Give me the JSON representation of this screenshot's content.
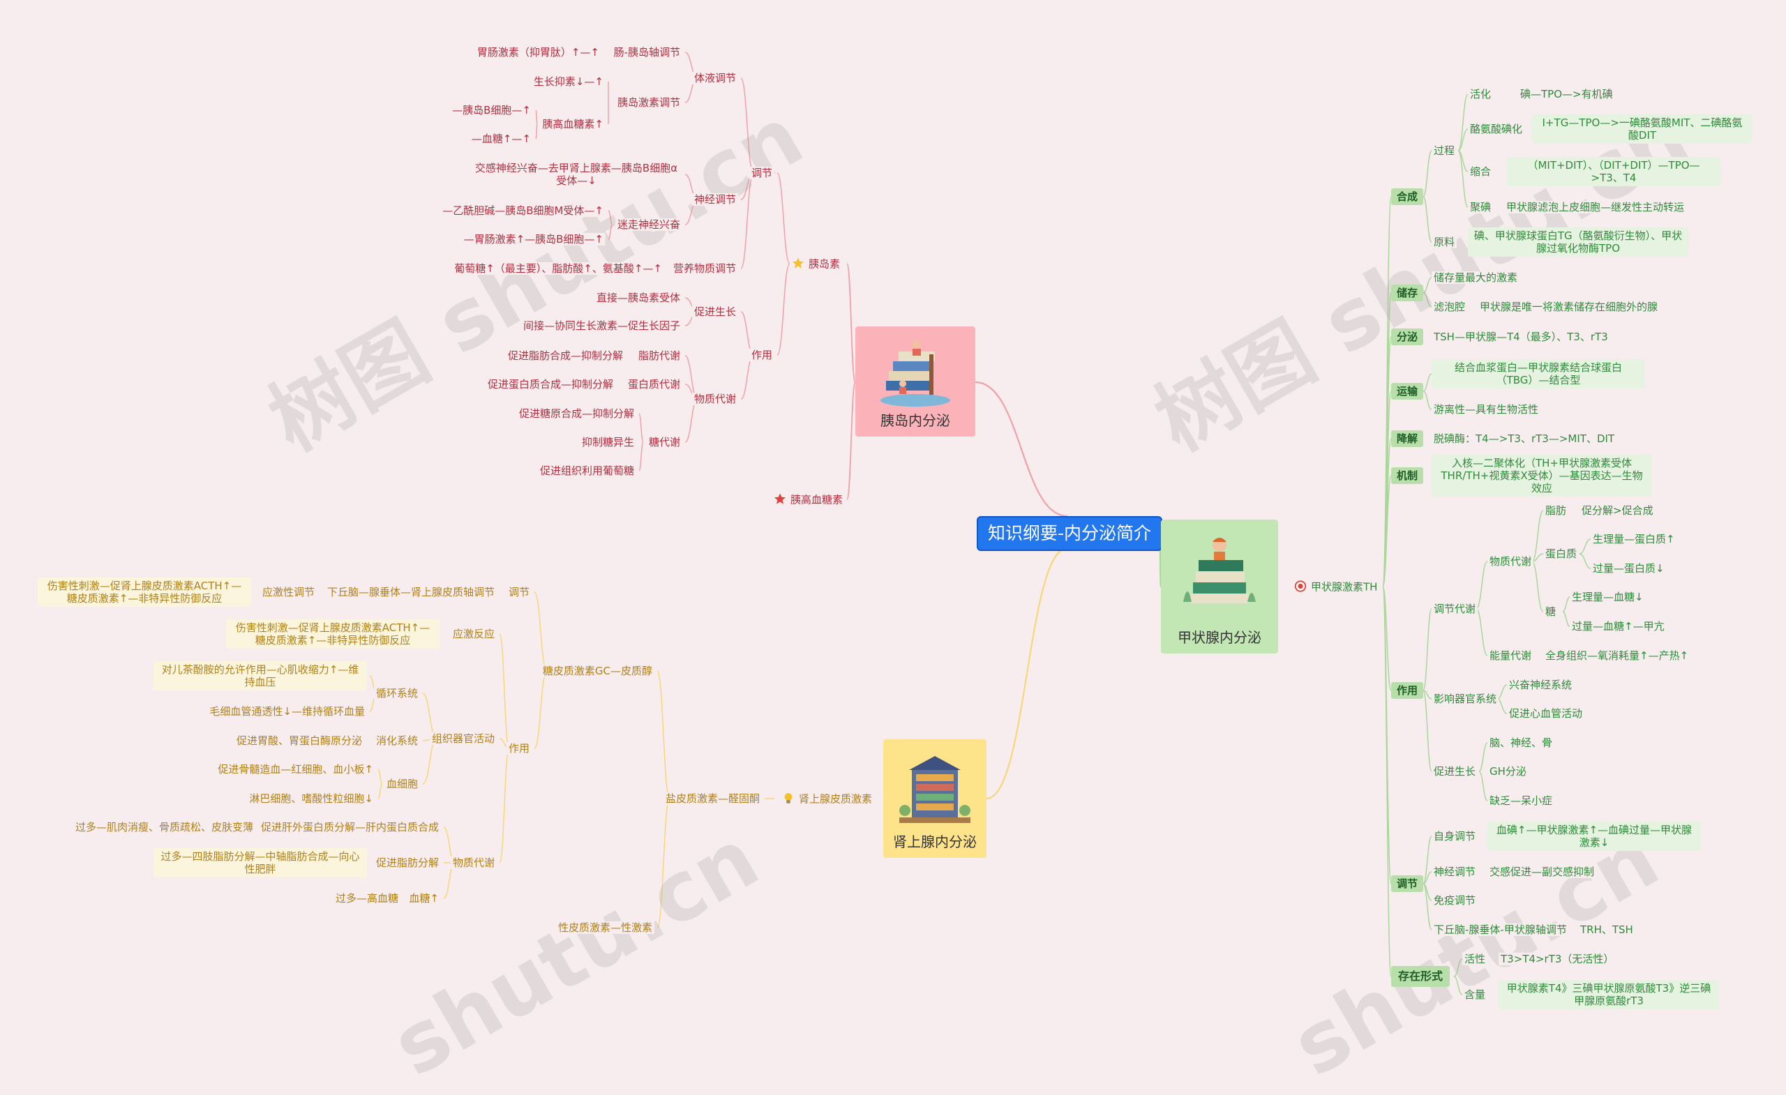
{
  "root": "知识纲要-内分泌简介",
  "watermark": "树图 shutu.cn",
  "watermark_partial": "shutu.cn",
  "pancreas": {
    "title": "胰岛内分泌",
    "insulin": "胰岛素",
    "glucagon": "胰高血糖素",
    "regulate": "调节",
    "humoral": "体液调节",
    "gut_axis": "肠-胰岛轴调节",
    "gip": "胃肠激素（抑胃肽）↑—↑",
    "islet_hormone": "胰岛激素调节",
    "somatostatin": "生长抑素↓—↑",
    "glucagon_up": "胰高血糖素↑",
    "beta_cell": "—胰岛B细胞—↑",
    "blood_sugar": "—血糖↑—↑",
    "neural": "神经调节",
    "sympathetic": "交感神经兴奋—去甲肾上腺素—胰岛B细胞α受体—↓",
    "vagus": "迷走神经兴奋",
    "ach": "—乙酰胆碱—胰岛B细胞M受体—↑",
    "gut_hormone": "—胃肠激素↑—胰岛B细胞—↑",
    "nutrient": "营养物质调节",
    "nutrient_text": "葡萄糖↑（最主要）、脂肪酸↑、氨基酸↑—↑",
    "action": "作用",
    "growth": "促进生长",
    "direct": "直接—胰岛素受体",
    "indirect": "间接—协同生长激素—促生长因子",
    "metabolism": "物质代谢",
    "fat": "脂肪代谢",
    "fat_text": "促进脂肪合成—抑制分解",
    "protein": "蛋白质代谢",
    "protein_text": "促进蛋白质合成—抑制分解",
    "sugar": "糖代谢",
    "sugar_1": "促进糖原合成—抑制分解",
    "sugar_2": "抑制糖异生",
    "sugar_3": "促进组织利用葡萄糖"
  },
  "adrenal": {
    "title": "肾上腺内分泌",
    "cortex": "肾上腺皮质激素",
    "gc": "糖皮质激素GC—皮质醇",
    "mc": "盐皮质激素—醛固酮",
    "sex": "性皮质激素—性激素",
    "regulate": "调节",
    "hpa": "下丘脑—腺垂体—肾上腺皮质轴调节",
    "stress_reg": "应激性调节",
    "stress_reg_text": "伤害性刺激—促肾上腺皮质激素ACTH↑—糖皮质激素↑—非特异性防御反应",
    "action": "作用",
    "stress": "应激反应",
    "stress_text": "伤害性刺激—促肾上腺皮质激素ACTH↑—糖皮质激素↑—非特异性防御反应",
    "organs": "组织器官活动",
    "circ": "循环系统",
    "circ_1": "对儿茶酚胺的允许作用—心肌收缩力↑—维持血压",
    "circ_2": "毛细血管通透性↓—维持循环血量",
    "digest": "消化系统",
    "digest_1": "促进胃酸、胃蛋白酶原分泌",
    "blood": "血细胞",
    "blood_1": "促进骨髓造血—红细胞、血小板↑",
    "blood_2": "淋巴细胞、嗜酸性粒细胞↓",
    "metab": "物质代谢",
    "protein": "促进肝外蛋白质分解—肝内蛋白质合成",
    "protein_text": "过多—肌肉消瘦、骨质疏松、皮肤变薄",
    "fat": "促进脂肪分解",
    "fat_text": "过多—四肢脂肪分解—中轴脂肪合成—向心性肥胖",
    "sugar": "血糖↑",
    "sugar_text": "过多—高血糖"
  },
  "thyroid": {
    "title": "甲状腺内分泌",
    "th": "甲状腺激素TH",
    "synth": "合成",
    "process": "过程",
    "activate": "活化",
    "activate_text": "碘—TPO—>有机碘",
    "iodize": "酪氨酸碘化",
    "iodize_text": "I+TG—TPO—>一碘酪氨酸MIT、二碘酪氨酸DIT",
    "couple": "缩合",
    "couple_text": "（MIT+DIT）、（DIT+DIT）—TPO—>T3、T4",
    "gather": "聚碘",
    "gather_text": "甲状腺滤泡上皮细胞—继发性主动转运",
    "material": "原料",
    "material_text": "碘、甲状腺球蛋白TG（酪氨酸衍生物）、甲状腺过氧化物酶TPO",
    "storage": "储存",
    "storage_1": "储存量最大的激素",
    "storage_2": "滤泡腔",
    "storage_2_text": "甲状腺是唯一将激素储存在细胞外的腺",
    "secrete": "分泌",
    "secrete_text": "TSH—甲状腺—T4（最多）、T3、rT3",
    "transport": "运输",
    "transport_1": "结合血浆蛋白—甲状腺素结合球蛋白（TBG）—结合型",
    "transport_2": "游离性—具有生物活性",
    "degrade": "降解",
    "degrade_text": "脱碘酶：T4—>T3、rT3—>MIT、DIT",
    "mechanism": "机制",
    "mechanism_text": "入核—二聚体化（TH+甲状腺激素受体THR/TH+视黄素X受体）—基因表达—生物效应",
    "action": "作用",
    "metab_reg": "调节代谢",
    "substance": "物质代谢",
    "fat": "脂肪",
    "fat_text": "促分解>促合成",
    "protein": "蛋白质",
    "protein_1": "生理量—蛋白质↑",
    "protein_2": "过量—蛋白质↓",
    "sugar": "糖",
    "sugar_1": "生理量—血糖↓",
    "sugar_2": "过量—血糖↑—甲亢",
    "energy": "能量代谢",
    "energy_text": "全身组织—氧消耗量↑—产热↑",
    "organs": "影响器官系统",
    "organs_1": "兴奋神经系统",
    "organs_2": "促进心血管活动",
    "growth": "促进生长",
    "growth_1": "脑、神经、骨",
    "growth_2": "GH分泌",
    "growth_3": "缺乏—呆小症",
    "regulate": "调节",
    "self": "自身调节",
    "self_text": "血碘↑—甲状腺激素↑—血碘过量—甲状腺激素↓",
    "neural": "神经调节",
    "neural_text": "交感促进—副交感抑制",
    "immune": "免疫调节",
    "hpt": "下丘脑-腺垂体-甲状腺轴调节",
    "hpt_text": "TRH、TSH",
    "forms": "存在形式",
    "activity": "活性",
    "activity_text": "T3>T4>rT3（无活性）",
    "content": "含量",
    "content_text": "甲状腺素T4》三碘甲状腺原氨酸T3》逆三碘甲腺原氨酸rT3"
  },
  "colors": {
    "pancreas_line": "#f0a0a8",
    "adrenal_line": "#f6d77a",
    "thyroid_line": "#a9d79a",
    "root": "#2277ee",
    "pancreas_card": "#fbb3b9",
    "adrenal_card": "#fde38a",
    "thyroid_card": "#c2e6b4"
  }
}
